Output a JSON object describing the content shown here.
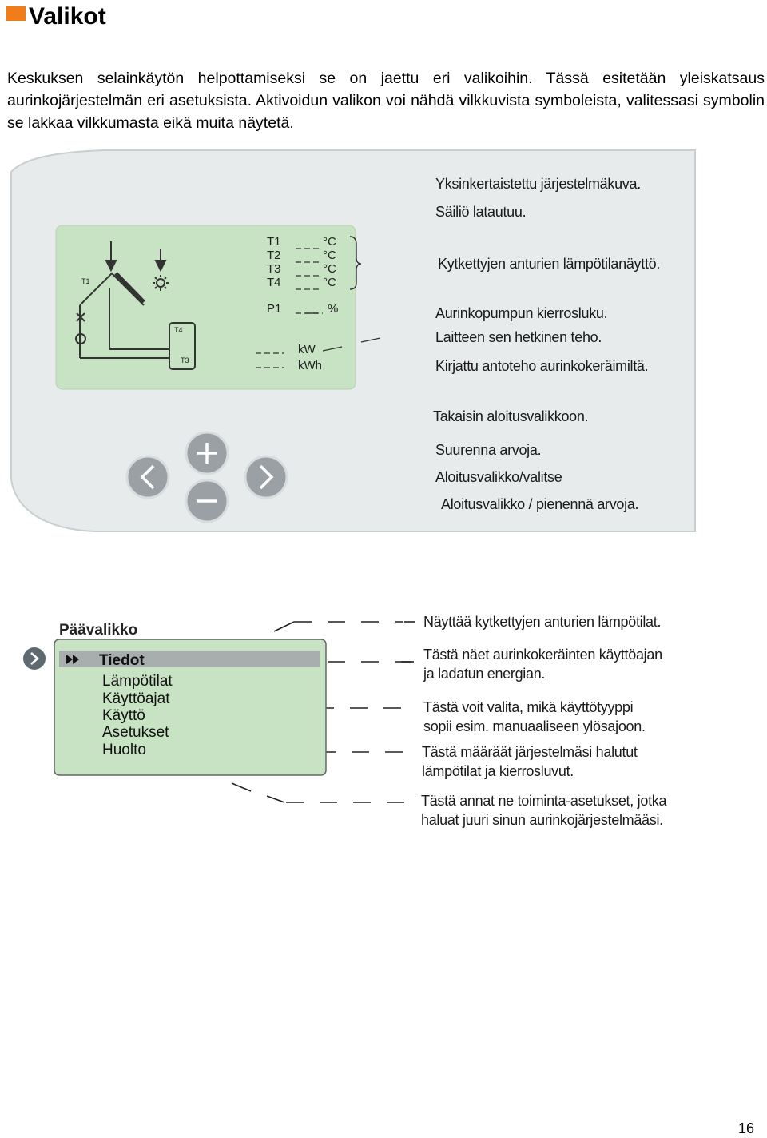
{
  "heading": "Valikot",
  "intro": "Keskuksen selainkäytön helpottamiseksi se on jaettu eri valikoihin. Tässä esitetään yleiskatsaus aurinkojärjestelmän eri asetuksista. Aktivoidun valikon voi nähdä vilkkuvista symboleista, valitessasi symbolin se lakkaa vilkkumasta eikä muita näytetä.",
  "colors": {
    "accent": "#f07d1a",
    "lcd_green": "#c8e2c4",
    "panel_grey": "#e8ebec",
    "button_grey": "#9aa0a4"
  },
  "device": {
    "sensors": [
      "T1",
      "T2",
      "T3",
      "T4"
    ],
    "unit_c": "°C",
    "pump": "P1",
    "unit_pct": "%",
    "unit_kw": "kW",
    "unit_kwh": "kWh",
    "collector_sensor": "T1",
    "tank_top": "T4",
    "tank_bottom": "T3",
    "labels": [
      "Yksinkertaistettu järjestelmäkuva.",
      "Säiliö latautuu.",
      "Kytkettyjen anturien lämpötilanäyttö.",
      "Aurinkopumpun kierrosluku.",
      "Laitteen sen hetkinen teho.",
      "Kirjattu antoteho aurinkokeräimiltä.",
      "Takaisin aloitusvalikkoon.",
      "Suurenna arvoja.",
      "Aloitusvalikko/valitse",
      "Aloitusvalikko / pienennä arvoja."
    ]
  },
  "menu": {
    "title": "Päävalikko",
    "selected": "Tiedot",
    "items": [
      "Lämpötilat",
      "Käyttöajat",
      "Käyttö",
      "Asetukset",
      "Huolto"
    ],
    "descriptions": [
      [
        "Näyttää kytkettyjen anturien lämpötilat."
      ],
      [
        "Tästä näet aurinkokeräinten käyttöajan",
        "ja ladatun energian."
      ],
      [
        "Tästä voit valita, mikä käyttötyyppi",
        "sopii esim. manuaaliseen ylösajoon."
      ],
      [
        "Tästä määräät järjestelmäsi halutut",
        "lämpötilat ja kierrosluvut."
      ],
      [
        "Tästä annat ne toiminta-asetukset, jotka",
        "haluat juuri sinun aurinkojärjestelmääsi."
      ]
    ]
  },
  "page_number": "16"
}
